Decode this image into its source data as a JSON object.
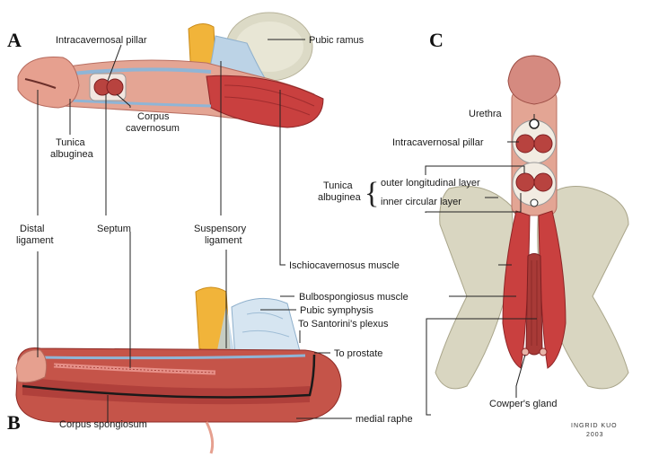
{
  "panels": {
    "a": "A",
    "b": "B",
    "c": "C"
  },
  "labels": {
    "intracavernosal_pillar_a": "Intracavernosal pillar",
    "pubic_ramus": "Pubic ramus",
    "corpus_cavernosum_1": "Corpus",
    "corpus_cavernosum_2": "cavernosum",
    "tunica_albuginea_a_1": "Tunica",
    "tunica_albuginea_a_2": "albuginea",
    "distal_ligament_1": "Distal",
    "distal_ligament_2": "ligament",
    "septum": "Septum",
    "suspensory_ligament_1": "Suspensory",
    "suspensory_ligament_2": "ligament",
    "ischiocavernosus_muscle": "Ischiocavernosus muscle",
    "bulbospongiosus_muscle": "Bulbospongiosus muscle",
    "pubic_symphysis": "Pubic symphysis",
    "santorini_plexus": "To Santorini's plexus",
    "to_prostate": "To prostate",
    "corpus_spongiosum": "Corpus spongiosum",
    "medial_raphe": "medial raphe",
    "urethra": "Urethra",
    "intracavernosal_pillar_c": "Intracavernosal pillar",
    "tunica_albuginea_c_1": "Tunica",
    "tunica_albuginea_c_2": "albuginea",
    "outer_longitudinal_layer": "outer longitudinal layer",
    "inner_circular_layer": "inner circular layer",
    "cowpers_gland": "Cowper's gland"
  },
  "signature": {
    "line1": "INGRID KUO",
    "line2": "2003"
  },
  "colors": {
    "muscle": "#c9403f",
    "muscle_dark": "#9e2a2c",
    "skin": "#e8a08a",
    "tunica_blue": "#bcd3e6",
    "bone": "#d9d6c1",
    "fat": "#f1b43a",
    "spongiosum": "#b8433f"
  }
}
